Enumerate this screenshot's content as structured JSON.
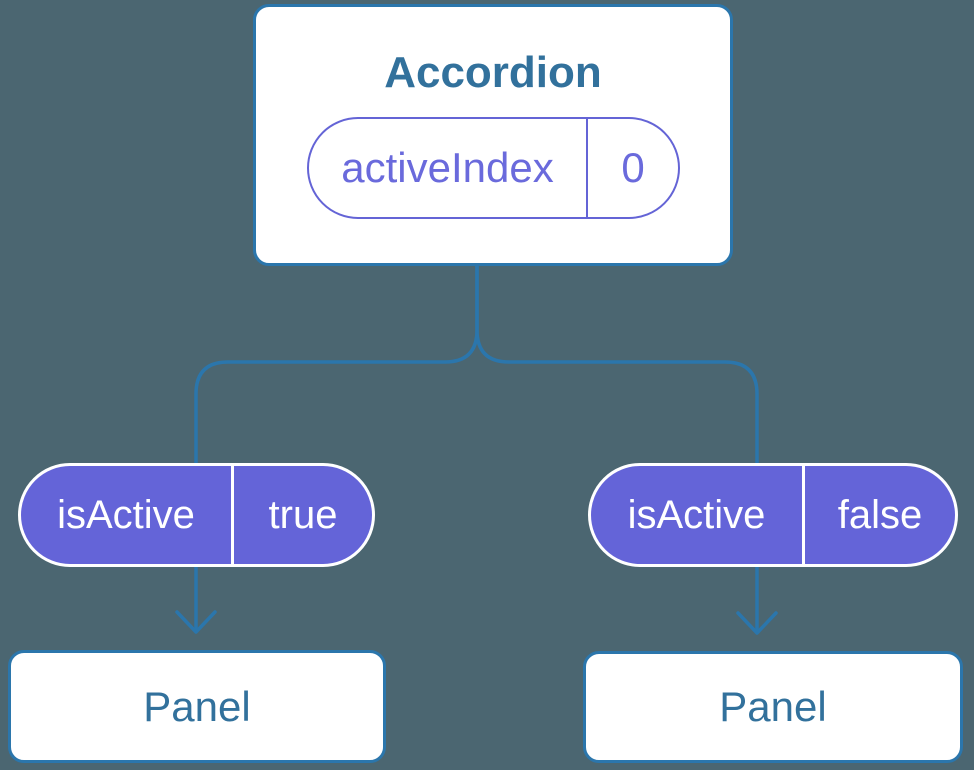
{
  "colors": {
    "background": "#4B6671",
    "connector": "#2B76AC",
    "component-text": "#32719C",
    "box-fill": "#FFFFFF",
    "prop-fill": "#6464D8",
    "prop-outline": "#6464D6",
    "prop-text-dark": "#6A6ADC",
    "prop-text-light": "#FFFFFF"
  },
  "tree": {
    "root": {
      "title": "Accordion",
      "state": {
        "name": "activeIndex",
        "value": "0"
      }
    },
    "children": [
      {
        "prop": {
          "name": "isActive",
          "value": "true"
        },
        "component": "Panel"
      },
      {
        "prop": {
          "name": "isActive",
          "value": "false"
        },
        "component": "Panel"
      }
    ]
  }
}
